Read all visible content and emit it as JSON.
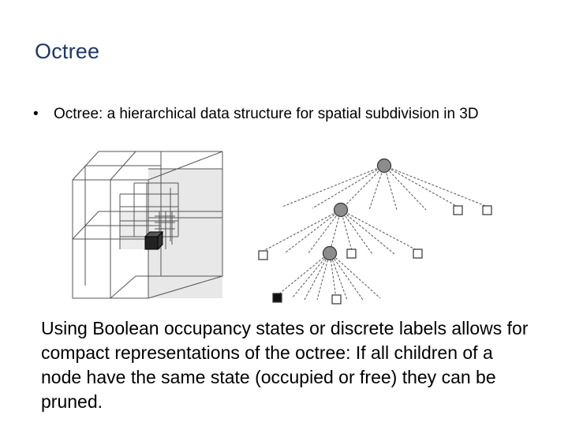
{
  "slide": {
    "title": "Octree",
    "bullet": "Octree: a hierarchical data structure for spatial subdivision in 3D",
    "bullet_symbol": "•",
    "caption": "Using Boolean occupancy states or discrete labels allows for compact representations of the octree: If all children of a node have the same state (occupied or free) they can be pruned."
  },
  "figure": {
    "cube_description_visible": false,
    "node_colors": {
      "inner": "#8c8c8c",
      "occupied": "#111111",
      "free": "#ffffff"
    }
  }
}
